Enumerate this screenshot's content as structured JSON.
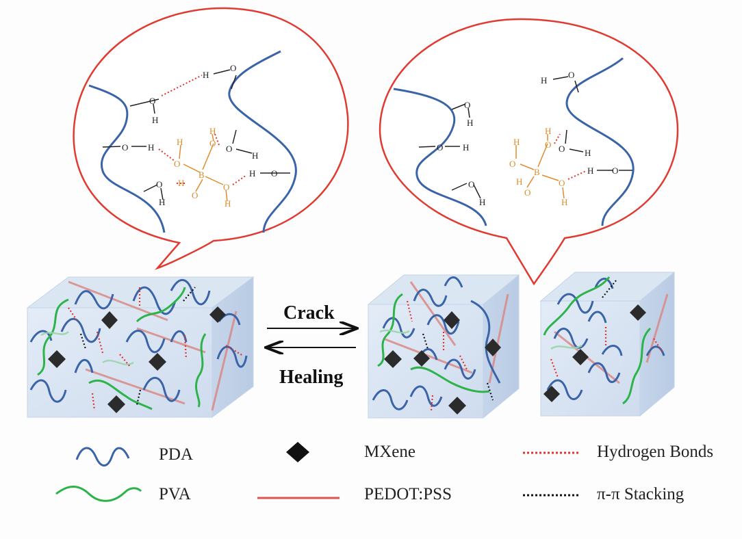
{
  "arrows": {
    "forward_label": "Crack",
    "backward_label": "Healing"
  },
  "legend": {
    "items": [
      {
        "label": "PDA",
        "icon": "blue-wave-icon"
      },
      {
        "label": "PVA",
        "icon": "green-wave-icon"
      },
      {
        "label": "MXene",
        "icon": "black-diamond-icon"
      },
      {
        "label": "PEDOT:PSS",
        "icon": "red-line-icon"
      },
      {
        "label": "Hydrogen Bonds",
        "icon": "red-dotted-line-icon"
      },
      {
        "label": "π-π Stacking",
        "icon": "black-dotted-line-icon"
      }
    ]
  },
  "atoms": {
    "O": "O",
    "H": "H",
    "B": "B"
  },
  "colors": {
    "pda": "#3b64a8",
    "pva": "#2db34a",
    "mxene": "#2b2b2b",
    "pedot": "#d9534f",
    "hbond": "#e0342c",
    "pi_stacking": "#111111",
    "bubble_outline": "#e03a31",
    "boric": "#e08a2a",
    "cube_face": "#d9e6f5"
  }
}
